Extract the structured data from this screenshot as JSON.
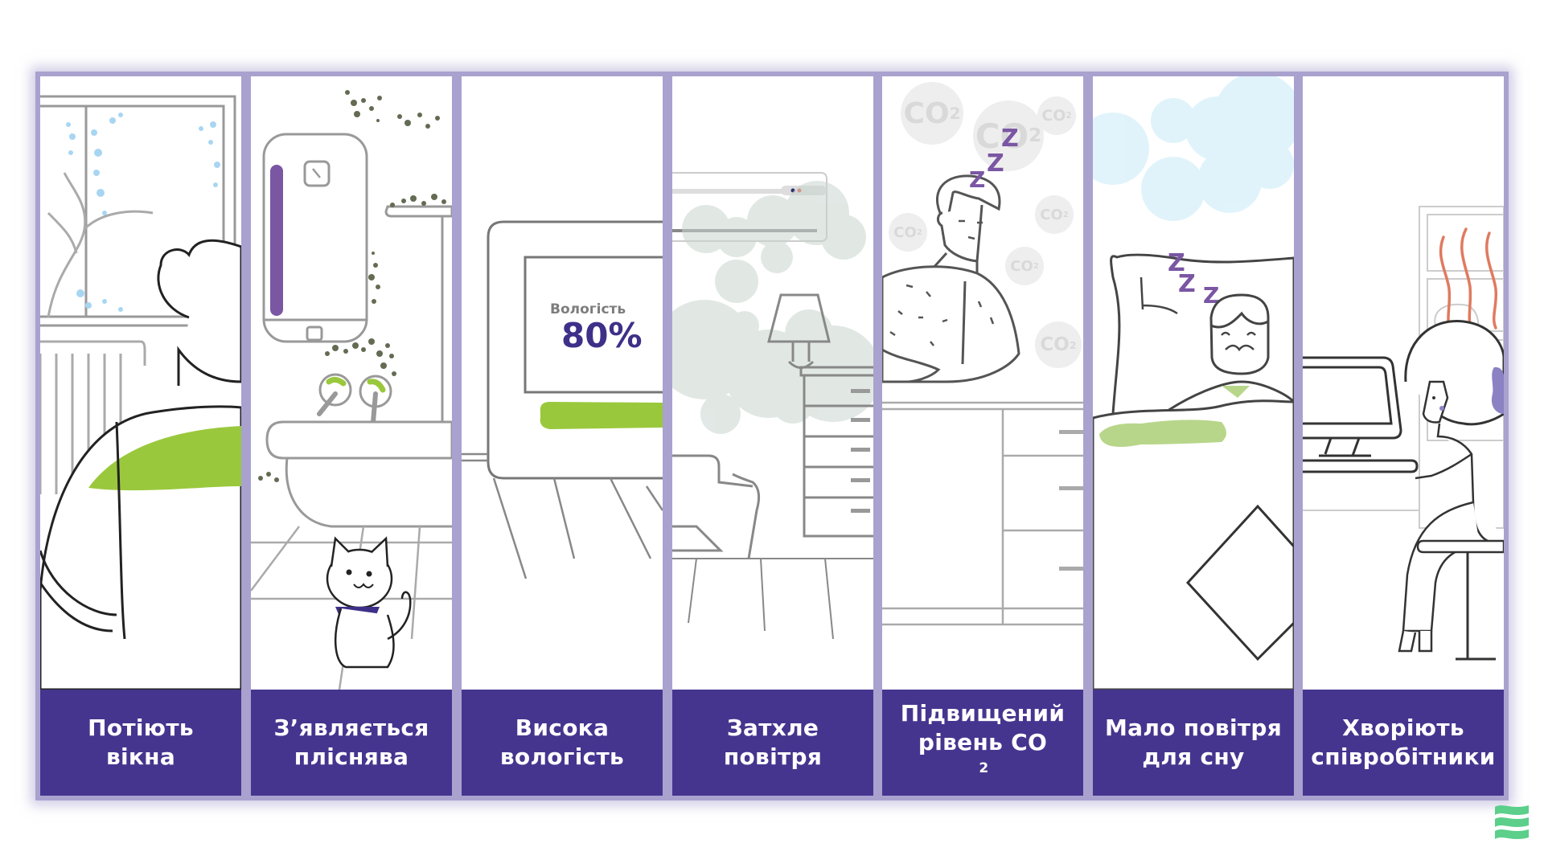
{
  "panels": [
    {
      "id": "sweating-windows",
      "label_lines": [
        "Потіють",
        "вікна"
      ],
      "illustration": "person-at-foggy-window-with-radiator"
    },
    {
      "id": "mold",
      "label_lines": [
        "З’являється",
        "пліснява"
      ],
      "illustration": "bathroom-with-mold-spots-and-cat"
    },
    {
      "id": "high-humidity",
      "label_lines": [
        "Висока",
        "вологість"
      ],
      "illustration": "humidity-display-device",
      "display": {
        "title": "Вологість",
        "value": "80%"
      }
    },
    {
      "id": "stale-air",
      "label_lines": [
        "Затхле",
        "повітря"
      ],
      "illustration": "room-with-air-conditioner-and-stale-air-clouds"
    },
    {
      "id": "high-co2",
      "label_lines": [
        "Підвищений",
        "рівень СО"
      ],
      "label_superscript": "2",
      "illustration": "sleepy-man-among-co2-bubbles",
      "co2_bubble_text": "CO",
      "co2_bubble_sub": "2",
      "sleep_text": "Z"
    },
    {
      "id": "little-air-for-sleep",
      "label_lines": [
        "Мало повітря",
        "для сну"
      ],
      "illustration": "man-sleeping-in-bed",
      "sleep_text": "Z"
    },
    {
      "id": "employees-sick",
      "label_lines": [
        "Хворіють",
        "співробітники"
      ],
      "illustration": "woman-at-computer-with-heat-waves"
    }
  ],
  "colors": {
    "label_bg": "#46358f",
    "frame": "#a9a2cf",
    "accent_green": "#9ac83c",
    "accent_purple": "#7a56a3",
    "logo_green": "#5ccf8a"
  },
  "logo": {
    "icon": "waves-icon"
  }
}
